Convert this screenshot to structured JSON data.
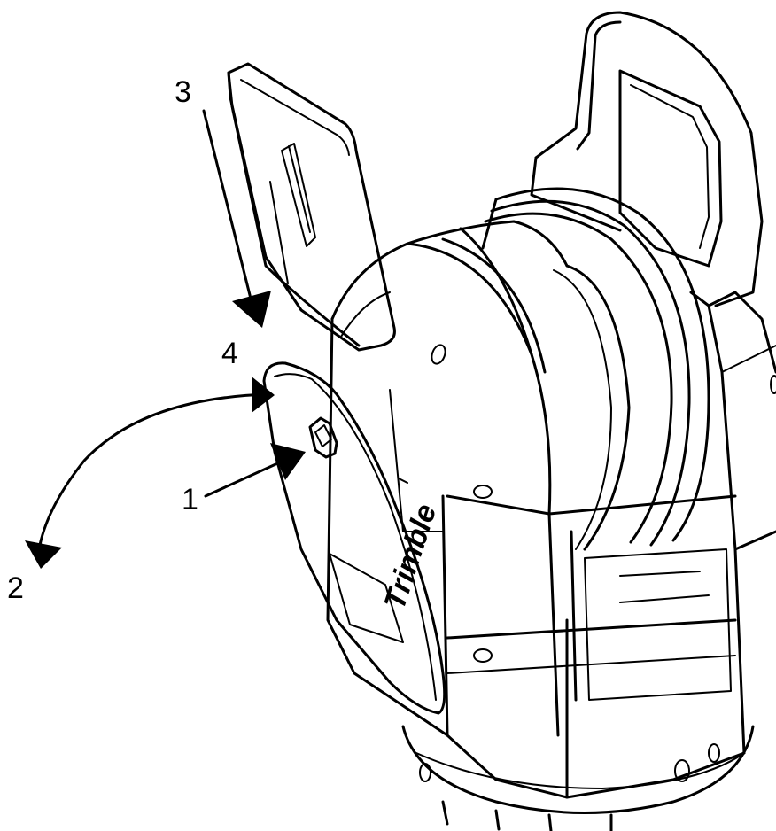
{
  "figure": {
    "callouts": [
      {
        "id": "1",
        "text": "1"
      },
      {
        "id": "2",
        "text": "2"
      },
      {
        "id": "3",
        "text": "3"
      },
      {
        "id": "4",
        "text": "4"
      }
    ],
    "brand_mark": "Trimble",
    "ink_color": "#000000",
    "background_color": "#ffffff"
  }
}
